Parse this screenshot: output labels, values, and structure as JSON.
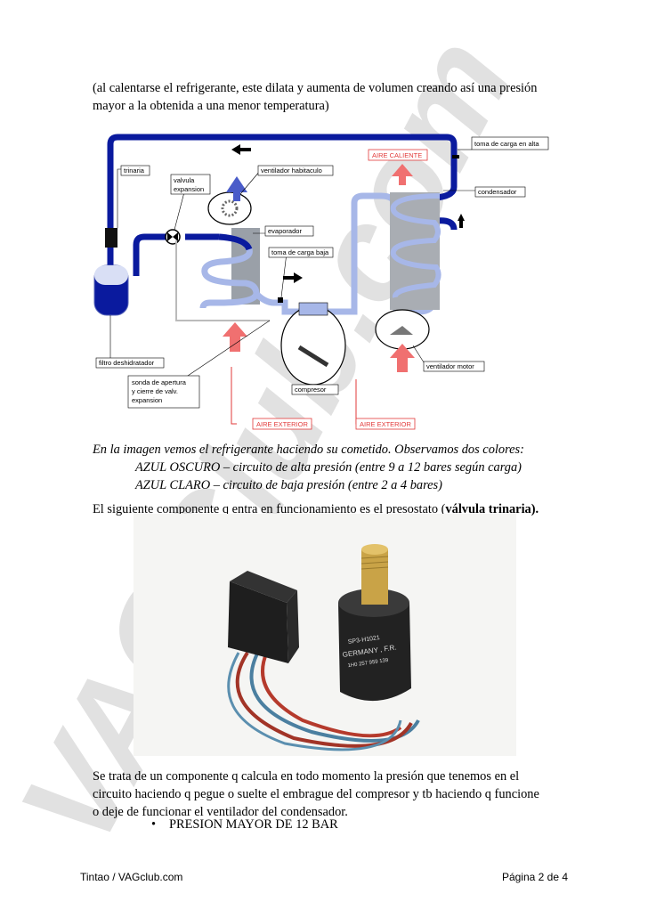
{
  "watermark": {
    "text": "VAGClub.com",
    "color": "#bdbdbd"
  },
  "intro": {
    "line1": "(al calentarse el refrigerante, este dilata y aumenta de volumen creando así una presión",
    "line2": "mayor a la obtenida a una menor temperatura)"
  },
  "diagram": {
    "labels": {
      "trinaria": "trinaria",
      "valvula1": "valvula",
      "valvula2": "expansion",
      "ventilador_habitaculo": "ventilador habitaculo",
      "aire_caliente": "AIRE CALIENTE",
      "toma_alta": "toma de carga en alta",
      "condensador": "condensador",
      "evaporador": "evaporador",
      "toma_baja": "toma de carga baja",
      "filtro": "filtro deshidratador",
      "sonda1": "sonda de apertura",
      "sonda2": "y cierre de valv.",
      "sonda3": "expansion",
      "compresor": "compresor",
      "ventilador_motor": "ventilador motor",
      "aire_exterior_1": "AIRE EXTERIOR",
      "aire_exterior_2": "AIRE EXTERIOR"
    },
    "colors": {
      "dark_blue": "#0a1a9e",
      "light_blue": "#a7b7e8",
      "red": "#e23a3a"
    }
  },
  "caption": {
    "line1": "En la imagen vemos el refrigerante haciendo su cometido. Observamos dos colores:",
    "line2": "AZUL OSCURO – circuito de alta presión (entre 9 a 12 bares según carga)",
    "line3": "AZUL CLARO – circuito de baja presión (entre 2 a 4 bares)"
  },
  "next_component": {
    "text": "El siguiente componente q entra en funcionamiento es el presostato (",
    "bold": "válvula trinaria).",
    "end": ""
  },
  "photo": {
    "label1": "SP3-H1021",
    "label2": "GERMANY , F.R.",
    "label3": "1H0 257 959 139"
  },
  "description": {
    "line1": "Se trata de un componente q calcula en todo momento la presión que tenemos en el",
    "line2": "circuito haciendo q pegue o suelte el embrague del compresor y tb haciendo q funcione",
    "line3": "o deje de funcionar el ventilador del condensador."
  },
  "bullet": {
    "symbol": "•",
    "text": "PRESION MAYOR DE 12 BAR"
  },
  "footer": {
    "left": "Tintao / VAGclub.com",
    "right": "Página 2 de 4"
  }
}
